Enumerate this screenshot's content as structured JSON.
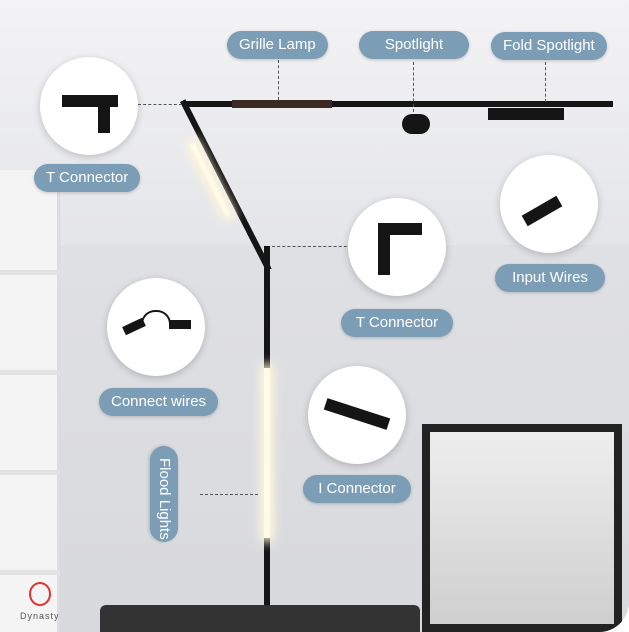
{
  "labels": {
    "grille_lamp": "Grille Lamp",
    "spotlight": "Spotlight",
    "fold_spotlight": "Fold Spotlight",
    "t_connector_top": "T Connector",
    "input_wires": "Input Wires",
    "t_connector_mid": "T Connector",
    "connect_wires": "Connect wires",
    "flood_lights": "Flood Lights",
    "i_connector": "I Connector"
  },
  "brand": {
    "name": "Dynasty"
  },
  "colors": {
    "label_bg": "#7c9db6",
    "track": "#151515"
  }
}
